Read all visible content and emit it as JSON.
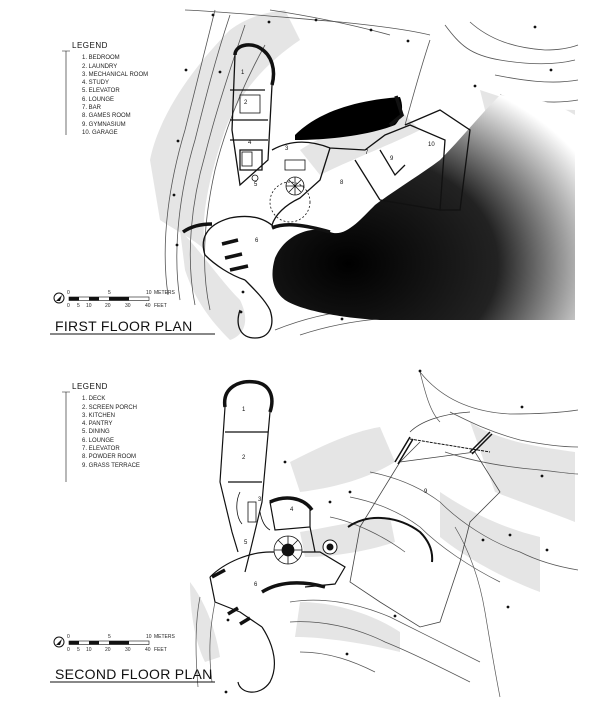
{
  "first_floor": {
    "title": "FIRST FLOOR PLAN",
    "legend_title": "LEGEND",
    "legend_items": [
      "1. BEDROOM",
      "2. LAUNDRY",
      "3. MECHANICAL ROOM",
      "4. STUDY",
      "5. ELEVATOR",
      "6. LOUNGE",
      "7. BAR",
      "8. GAMES ROOM",
      "9. GYMNASIUM",
      "10. GARAGE"
    ],
    "room_numbers": [
      "1",
      "2",
      "3",
      "4",
      "5",
      "6",
      "7",
      "8",
      "9",
      "10"
    ],
    "scale": {
      "meters_ticks": [
        "0",
        "5",
        "10"
      ],
      "meters_unit": "METERS",
      "feet_ticks": [
        "0",
        "5",
        "10",
        "20",
        "30",
        "40"
      ],
      "feet_unit": "FEET"
    }
  },
  "second_floor": {
    "title": "SECOND FLOOR PLAN",
    "legend_title": "LEGEND",
    "legend_items": [
      "1. DECK",
      "2. SCREEN PORCH",
      "3. KITCHEN",
      "4. PANTRY",
      "5. DINING",
      "6. LOUNGE",
      "7. ELEVATOR",
      "8. POWDER ROOM",
      "9. GRASS TERRACE"
    ],
    "room_numbers": [
      "1",
      "2",
      "3",
      "4",
      "5",
      "6",
      "9"
    ],
    "scale": {
      "meters_ticks": [
        "0",
        "5",
        "10"
      ],
      "meters_unit": "METERS",
      "feet_ticks": [
        "0",
        "5",
        "10",
        "20",
        "30",
        "40"
      ],
      "feet_unit": "FEET"
    }
  },
  "colors": {
    "ink": "#111111",
    "terrain_fill": "#e6e6e6",
    "contour": "#555555",
    "dark_fill": "#000000"
  }
}
